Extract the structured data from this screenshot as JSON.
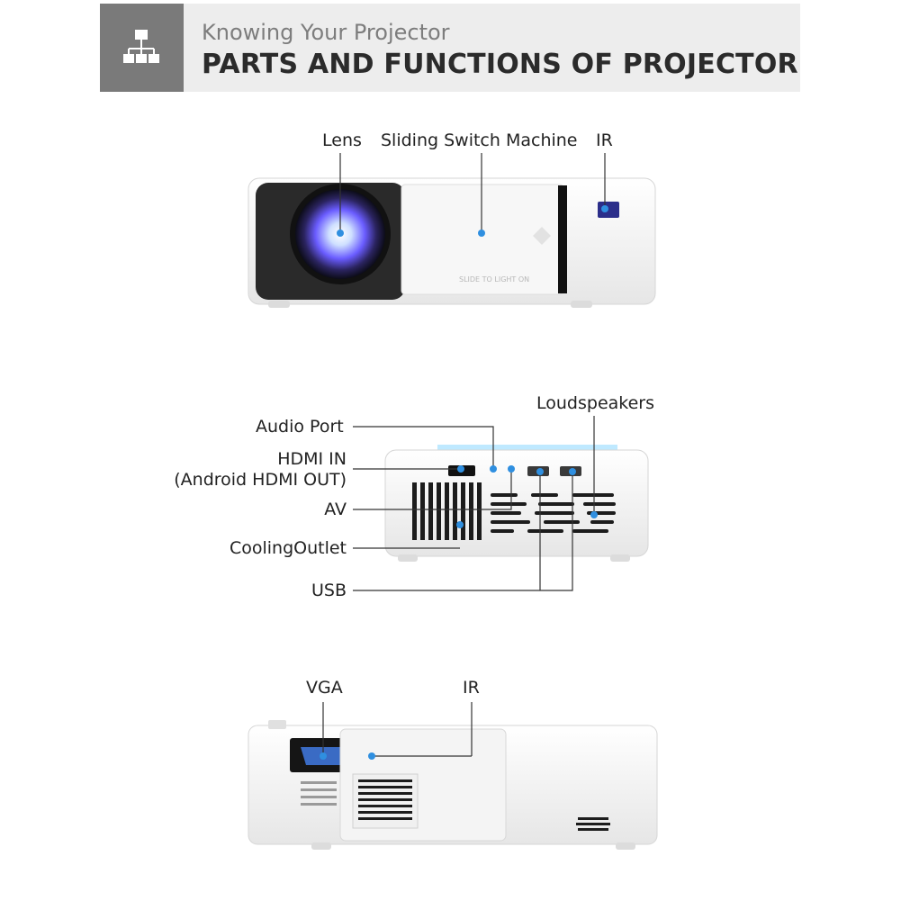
{
  "header": {
    "subtitle": "Knowing Your Projector",
    "title": "PARTS AND FUNCTIONS OF PROJECTOR",
    "icon": "sitemap-icon"
  },
  "front_view": {
    "labels": {
      "lens": "Lens",
      "sliding_switch": "Sliding Switch Machine",
      "ir": "IR"
    },
    "slide_text": "SLIDE TO LIGHT ON"
  },
  "back_view": {
    "labels": {
      "audio_port": "Audio Port",
      "hdmi_in": "HDMI IN",
      "hdmi_sub": "(Android HDMI OUT)",
      "av": "AV",
      "cooling_outlet": "CoolingOutlet",
      "usb": "USB",
      "loudspeakers": "Loudspeakers"
    }
  },
  "side_view": {
    "labels": {
      "vga": "VGA",
      "ir": "IR"
    }
  },
  "colors": {
    "marker": "#2f8fe0",
    "header_bg": "#ededed",
    "icon_bg": "#7a7a7a"
  }
}
